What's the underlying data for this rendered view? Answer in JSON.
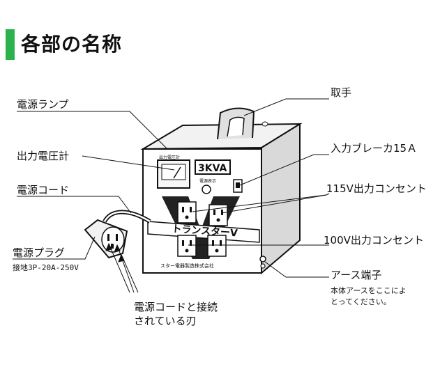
{
  "section_title": "各部の名称",
  "accent_color": "#2bb24c",
  "labels": {
    "power_lamp": "電源ランプ",
    "voltmeter": "出力電圧計",
    "power_cord": "電源コード",
    "plug": "電源プラグ",
    "plug_spec": "接地3P-20A-250V",
    "handle": "取手",
    "breaker": "入力ブレーカ15Ａ",
    "outlet_115": "115V出力コンセント",
    "outlet_100": "100V出力コンセント",
    "earth": "アース端子",
    "earth_note_1": "本体アースをここによ",
    "earth_note_2": "とってください。",
    "blades_1": "電源コードと接続",
    "blades_2": "されている刃"
  },
  "device": {
    "badge": "3KVA",
    "meter_caption": "出力電圧計",
    "lamp_caption": "電源表示",
    "brand": "トランスターV",
    "maker": "スター電器製造株式会社"
  }
}
